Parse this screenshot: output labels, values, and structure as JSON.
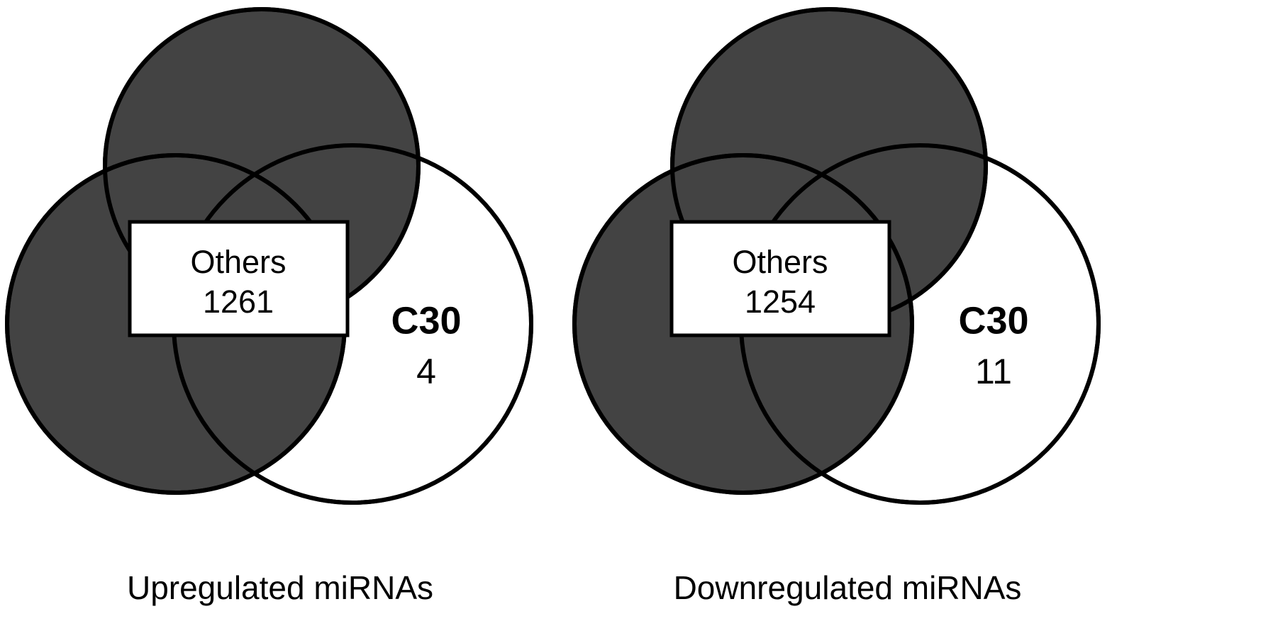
{
  "figure": {
    "type": "venn-diagram-pair",
    "background_color": "#ffffff",
    "fill_color_dark": "#434343",
    "fill_color_light": "#ffffff",
    "stroke_color": "#000000"
  },
  "panels": [
    {
      "id": "upregulated",
      "caption": "Upregulated miRNAs",
      "label_box": {
        "title": "Others",
        "count": "1261"
      },
      "right_set": {
        "title": "C30",
        "count": "4"
      },
      "sets": [
        {
          "name": "top-set",
          "fill": "#434343"
        },
        {
          "name": "bottom-left-set",
          "fill": "#434343"
        },
        {
          "name": "bottom-right-set",
          "fill": "#ffffff",
          "label": "C30",
          "value": 4
        }
      ]
    },
    {
      "id": "downregulated",
      "caption": "Downregulated miRNAs",
      "label_box": {
        "title": "Others",
        "count": "1254"
      },
      "right_set": {
        "title": "C30",
        "count": "11"
      },
      "sets": [
        {
          "name": "top-set",
          "fill": "#434343"
        },
        {
          "name": "bottom-left-set",
          "fill": "#434343"
        },
        {
          "name": "bottom-right-set",
          "fill": "#ffffff",
          "label": "C30",
          "value": 11
        }
      ]
    }
  ],
  "chart_data": {
    "type": "venn",
    "title": "",
    "diagrams": [
      {
        "title": "Upregulated miRNAs",
        "set_labels": [
          "Others",
          "Others",
          "C30"
        ],
        "labels": [
          {
            "text": "Others",
            "value": 1261,
            "region": "left-and-top-sets-merged"
          },
          {
            "text": "C30",
            "value": 4,
            "region": "right-set-only"
          }
        ],
        "values": [
          1261,
          4
        ]
      },
      {
        "title": "Downregulated miRNAs",
        "set_labels": [
          "Others",
          "Others",
          "C30"
        ],
        "labels": [
          {
            "text": "Others",
            "value": 1254,
            "region": "left-and-top-sets-merged"
          },
          {
            "text": "C30",
            "value": 11,
            "region": "right-set-only"
          }
        ],
        "values": [
          1254,
          11
        ]
      }
    ]
  }
}
